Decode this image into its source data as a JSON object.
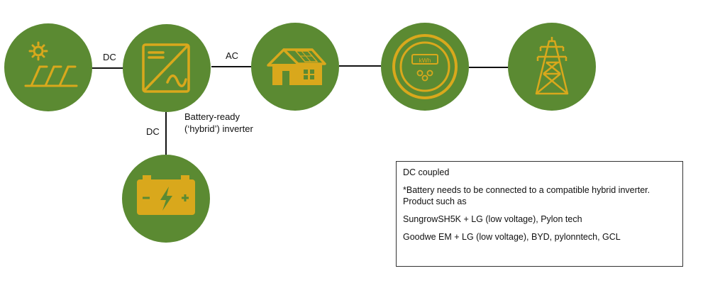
{
  "colors": {
    "node_fill": "#5B8A32",
    "icon_color": "#D9A81C",
    "line_color": "#111111"
  },
  "nodes": [
    {
      "id": "solar",
      "icon": "solar-panel-icon"
    },
    {
      "id": "inverter",
      "icon": "inverter-icon"
    },
    {
      "id": "house",
      "icon": "house-icon"
    },
    {
      "id": "meter",
      "icon": "kwh-meter-icon",
      "meter_text": "kWh"
    },
    {
      "id": "grid",
      "icon": "power-pylon-icon"
    },
    {
      "id": "battery",
      "icon": "battery-icon"
    }
  ],
  "labels": {
    "dc_top": "DC",
    "ac": "AC",
    "dc_side": "DC",
    "inverter_line1": "Battery-ready",
    "inverter_line2": "(‘hybrid’) inverter"
  },
  "note": {
    "title": "DC coupled",
    "line1": "*Battery needs to be connected to a compatible hybrid inverter.",
    "line2": "Product such as",
    "line3": "SungrowSH5K + LG (low voltage), Pylon tech",
    "line4": "Goodwe EM + LG (low voltage), BYD, pylonntech, GCL"
  }
}
